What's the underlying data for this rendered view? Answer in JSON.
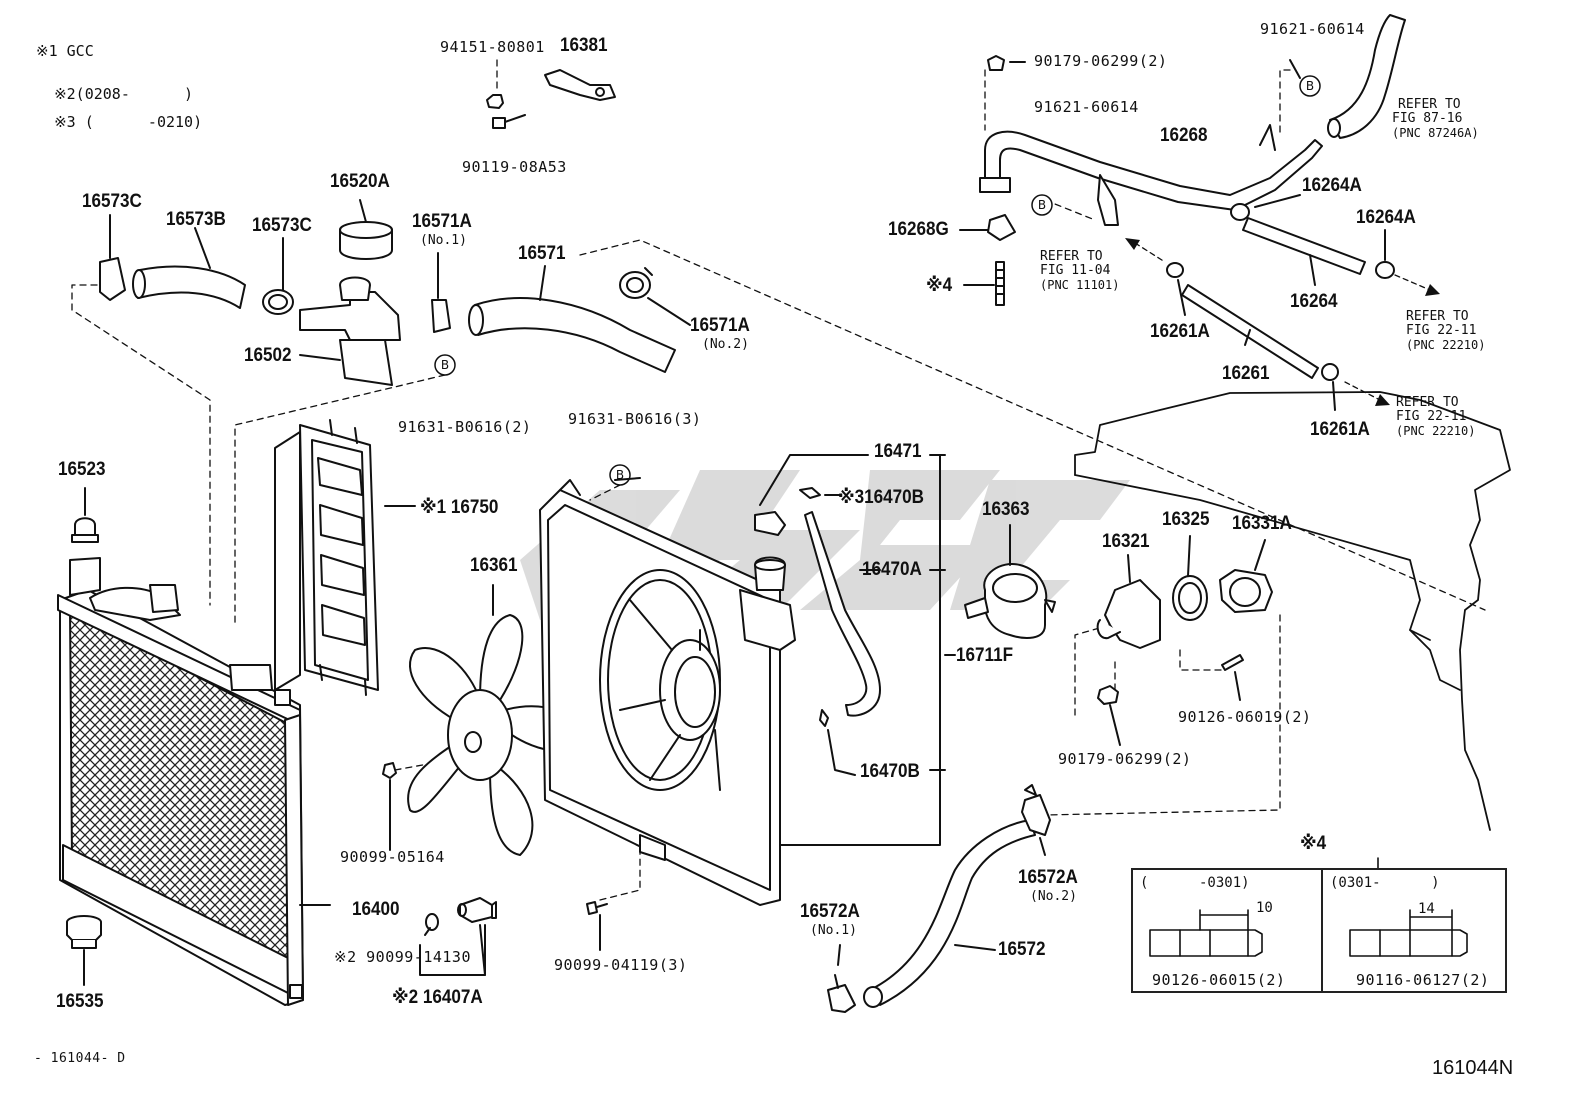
{
  "notes": [
    {
      "mark": "※1",
      "text": "GCC"
    },
    {
      "mark": "※2",
      "text": "(0208-      )"
    },
    {
      "mark": "※3",
      "text": "(      -0210)"
    }
  ],
  "parts": {
    "p94151": "94151-80801",
    "p16381": "16381",
    "p90119": "90119-08A53",
    "p16520A": "16520A",
    "p16573C_left": "16573C",
    "p16573B": "16573B",
    "p16573C_right": "16573C",
    "p16571A_1": "16571A",
    "p16571A_1_sub": "(No.1)",
    "p16571": "16571",
    "p16571A_2": "16571A",
    "p16571A_2_sub": "(No.2)",
    "p16502": "16502",
    "p91631_2": "91631-B0616(2)",
    "p90179_top": "90179-06299(2)",
    "p91621_top": "91621-60614",
    "p91621_mid": "91621-60614",
    "p16268": "16268",
    "p16264A_1": "16264A",
    "p16264A_2": "16264A",
    "p16268G": "16268G",
    "p_x4": "※4",
    "p16264": "16264",
    "p16261A_1": "16261A",
    "p16261": "16261",
    "p16261A_2": "16261A",
    "p16523": "16523",
    "p16750": "※1 16750",
    "p91631_3": "91631-B0616(3)",
    "p16471": "16471",
    "p16470B_top": "※316470B",
    "p16470A": "16470A",
    "p16361": "16361",
    "p16711F": "16711F",
    "p16470B": "16470B",
    "p16363": "16363",
    "p16321": "16321",
    "p16325": "16325",
    "p16331A": "16331A",
    "p90126_19": "90126-06019(2)",
    "p90179_mid": "90179-06299(2)",
    "p90099_05164": "90099-05164",
    "p16400": "16400",
    "p90099_14130": "※2 90099-14130",
    "p16407A": "※2 16407A",
    "p16535": "16535",
    "p90099_04119": "90099-04119(3)",
    "p16572A_1": "16572A",
    "p16572A_1_sub": "(No.1)",
    "p16572A_2": "16572A",
    "p16572A_2_sub": "(No.2)",
    "p16572": "16572"
  },
  "refs": {
    "r87": [
      "REFER TO",
      "FIG 87-16",
      "(PNC 87246A)"
    ],
    "r11": [
      "REFER TO",
      "FIG 11-04",
      "(PNC 11101)"
    ],
    "r22a": [
      "REFER TO",
      "FIG 22-11",
      "(PNC 22210)"
    ],
    "r22b": [
      "REFER TO",
      "FIG 22-11",
      "(PNC 22210)"
    ]
  },
  "circle_letter": "B",
  "inset": {
    "title": "※4",
    "left_range": "(      -0301)",
    "right_range": "(0301-      )",
    "left_dim": "10",
    "right_dim": "14",
    "left_part": "90126-06015(2)",
    "right_part": "90116-06127(2)"
  },
  "footer_left": "- 161044- D",
  "footer_right": "161044N"
}
